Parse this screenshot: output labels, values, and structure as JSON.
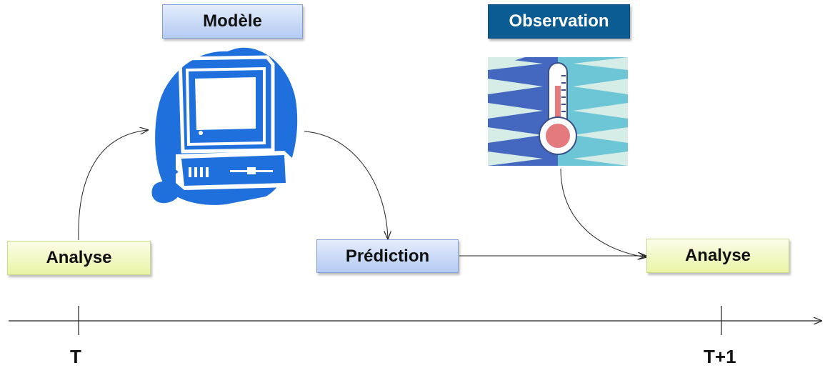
{
  "labels": {
    "model": "Modèle",
    "observation": "Observation",
    "analysis_t": "Analyse",
    "prediction": "Prédiction",
    "analysis_t1": "Analyse"
  },
  "timeline": {
    "start": "T",
    "end": "T+1"
  },
  "colors": {
    "model_box": "#b5cbf3",
    "observation_box": "#0b5c92",
    "analysis_box": "#eaf4a6",
    "computer_icon": "#1f6fdc",
    "thermometer_bulb": "#e57a7e"
  },
  "icons": {
    "model": "computer-icon",
    "observation": "thermometer-icon"
  }
}
